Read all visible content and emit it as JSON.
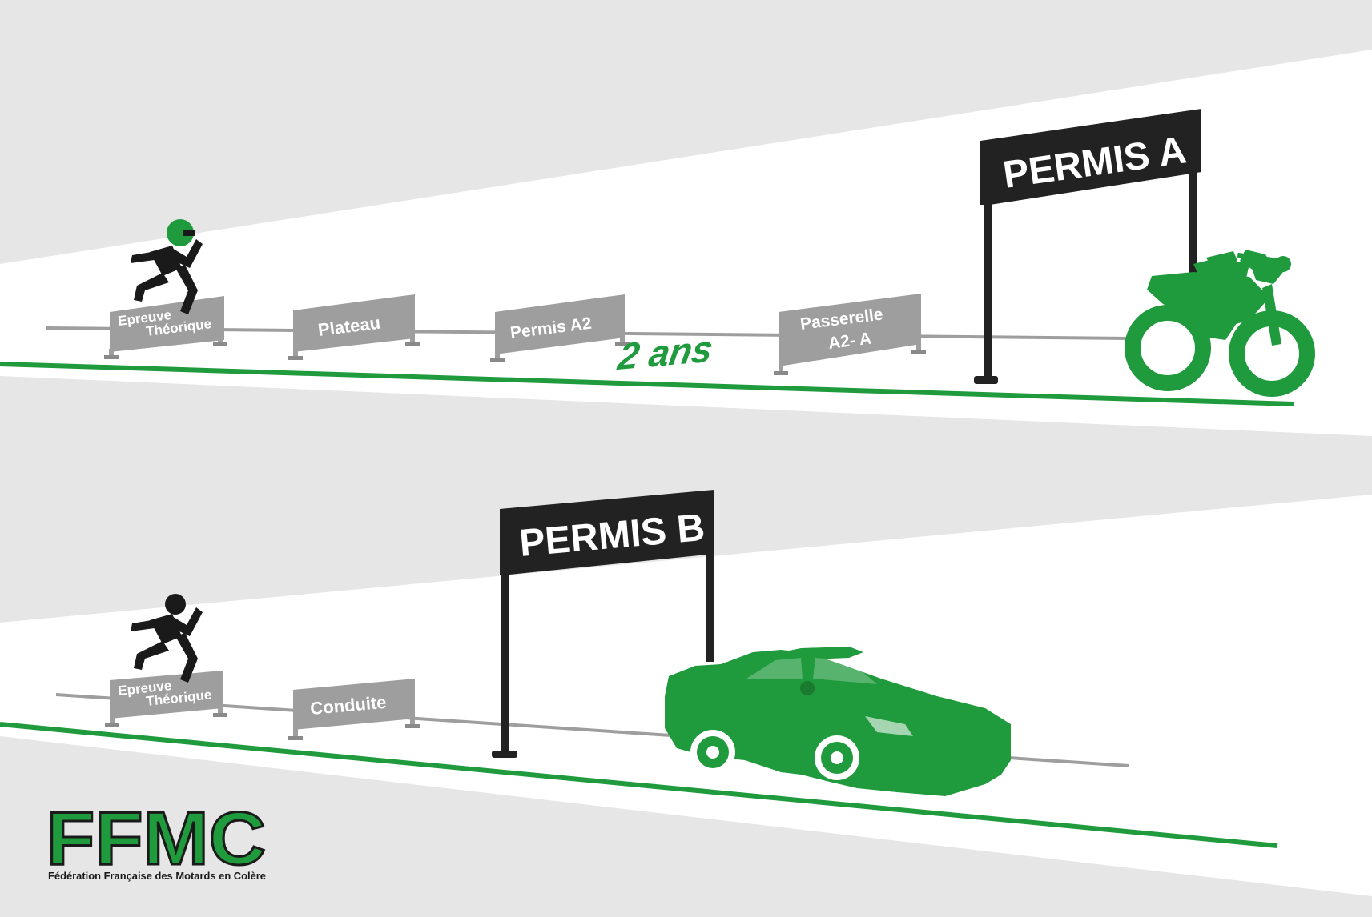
{
  "colors": {
    "background_gray": "#e6e6e6",
    "band_white": "#ffffff",
    "accent_green": "#1f9a3c",
    "sign_gray": "#9e9e9e",
    "post_black": "#222222"
  },
  "track_a": {
    "hurdles": [
      {
        "line1": "Epreuve",
        "line2": "Théorique"
      },
      {
        "line1": "Plateau",
        "line2": ""
      },
      {
        "line1": "Permis A2",
        "line2": ""
      },
      {
        "line1": "Passerelle",
        "line2": "A2- A"
      }
    ],
    "duration": "2 ans",
    "finish": "PERMIS A",
    "vehicle_icon": "motorcycle-icon",
    "runner_icon": "helmeted-runner-icon"
  },
  "track_b": {
    "hurdles": [
      {
        "line1": "Epreuve",
        "line2": "Théorique"
      },
      {
        "line1": "Conduite",
        "line2": ""
      }
    ],
    "finish": "PERMIS B",
    "vehicle_icon": "car-icon",
    "runner_icon": "runner-icon"
  },
  "logo": {
    "acronym": "FFMC",
    "full_name": "Fédération Française des Motards en Colère"
  }
}
